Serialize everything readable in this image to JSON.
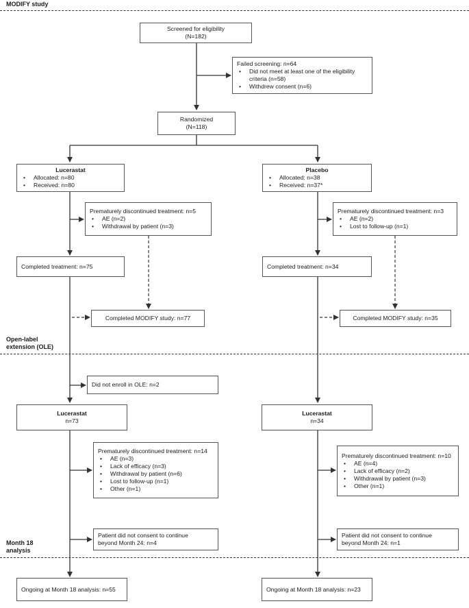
{
  "sections": {
    "modify": "MODIFY study",
    "ole_line1": "Open-label",
    "ole_line2": "extension (OLE)",
    "month18_line1": "Month 18",
    "month18_line2": "analysis"
  },
  "screened": {
    "line1": "Screened for eligibility",
    "line2": "(N=182)"
  },
  "failed": {
    "title": "Failed screening: n=64",
    "items": [
      "Did not meet at least one of the eligibility criteria (n=58)",
      "Withdrew consent (n=6)"
    ]
  },
  "randomized": {
    "line1": "Randomized",
    "line2": "(N=118)"
  },
  "luc_arm": {
    "title": "Lucerastat",
    "items": [
      "Allocated: n=80",
      "Received: n=80"
    ]
  },
  "pla_arm": {
    "title": "Placebo",
    "items": [
      "Allocated: n=38",
      "Received: n=37*"
    ]
  },
  "luc_disc": {
    "title": "Prematurely discontinued treatment: n=5",
    "items": [
      "AE (n=2)",
      "Withdrawal by patient (n=3)"
    ]
  },
  "pla_disc": {
    "title": "Prematurely discontinued treatment: n=3",
    "items": [
      "AE (n=2)",
      "Lost to follow-up (n=1)"
    ]
  },
  "luc_completed_tx": "Completed treatment: n=75",
  "pla_completed_tx": "Completed treatment: n=34",
  "luc_completed_study": "Completed MODIFY study: n=77",
  "pla_completed_study": "Completed MODIFY study: n=35",
  "not_enroll": "Did not enroll in OLE: n=2",
  "ole_luc_left": {
    "title": "Lucerastat",
    "n": "n=73"
  },
  "ole_luc_right": {
    "title": "Lucerastat",
    "n": "n=34"
  },
  "ole_disc_left": {
    "title": "Prematurely discontinued treatment: n=14",
    "items": [
      "AE (n=3)",
      "Lack of efficacy (n=3)",
      "Withdrawal by patient (n=6)",
      "Lost to follow-up (n=1)",
      "Other (n=1)"
    ]
  },
  "ole_disc_right": {
    "title": "Prematurely discontinued treatment: n=10",
    "items": [
      "AE (n=4)",
      "Lack of efficacy (n=2)",
      "Withdrawal by patient (n=3)",
      "Other (n=1)"
    ]
  },
  "consent_left": {
    "line1": "Patient did not consent to continue",
    "line2": "beyond Month 24: n=4"
  },
  "consent_right": {
    "line1": "Patient did not consent to continue",
    "line2": "beyond Month 24: n=1"
  },
  "ongoing_left": "Ongoing at Month 18 analysis: n=55",
  "ongoing_right": "Ongoing at Month 18 analysis: n=23"
}
